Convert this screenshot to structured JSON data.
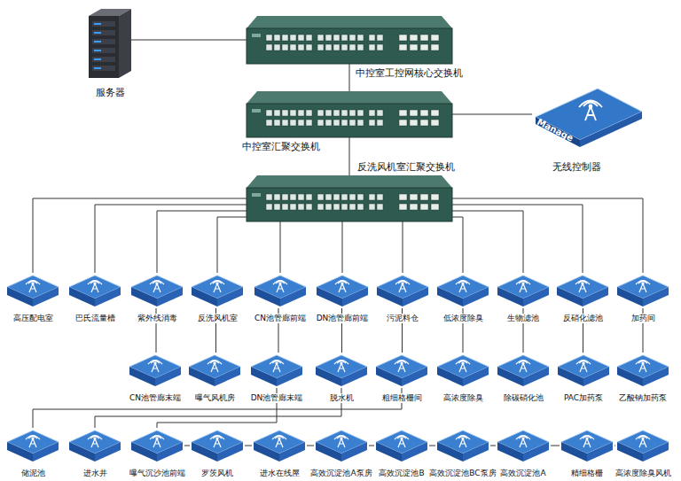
{
  "diagram": {
    "nodes": [
      {
        "text": [
          "服务器"
        ]
      },
      {
        "text": [
          "中控室工控网核心交换机"
        ]
      },
      {
        "text": [
          "中控室汇聚交换机"
        ]
      },
      {
        "text": [
          "无线控制器"
        ]
      },
      {
        "text": [
          "反洗风机室汇聚交换机"
        ]
      },
      {
        "text": [
          "高压配电室"
        ]
      },
      {
        "text": [
          "巴氏流量槽"
        ]
      },
      {
        "text": [
          "紫外线消毒"
        ]
      },
      {
        "text": [
          "反洗风机室"
        ]
      },
      {
        "text": [
          "CN池管廊前端"
        ]
      },
      {
        "text": [
          "DN池管廊前端"
        ]
      },
      {
        "text": [
          "污泥料仓"
        ]
      },
      {
        "text": [
          "低浓度除臭"
        ]
      },
      {
        "text": [
          "生物滤池"
        ]
      },
      {
        "text": [
          "反硝化滤池"
        ]
      },
      {
        "text": [
          "加药间"
        ]
      },
      {
        "text": [
          "CN池管廊末端"
        ]
      },
      {
        "text": [
          "曝气风机房"
        ]
      },
      {
        "text": [
          "DN池管廊末端"
        ]
      },
      {
        "text": [
          "脱水机"
        ]
      },
      {
        "text": [
          "粗细格栅间"
        ]
      },
      {
        "text": [
          "高浓度除臭"
        ]
      },
      {
        "text": [
          "除碳硝化池"
        ]
      },
      {
        "text": [
          "PAC加药泵"
        ]
      },
      {
        "text": [
          "乙酸钠加药泵"
        ]
      },
      {
        "text": [
          "储泥池"
        ]
      },
      {
        "text": [
          "进水井"
        ]
      },
      {
        "text": [
          "曝气沉沙池前端"
        ]
      },
      {
        "text": [
          "罗茨风机"
        ]
      },
      {
        "text": [
          "进水在线屋"
        ]
      },
      {
        "text": [
          "高效沉淀池A泵房"
        ]
      },
      {
        "text": [
          "高效沉淀池B"
        ]
      },
      {
        "text": [
          "高效沉淀池BC泵房"
        ]
      },
      {
        "text": [
          "高效沉淀池A"
        ]
      },
      {
        "text": [
          "精细格栅"
        ]
      },
      {
        "text": [
          "高浓度除臭风机"
        ]
      }
    ],
    "edges": [
      {
        "from": 0,
        "to": 1,
        "arrow": "none"
      },
      {
        "from": 1,
        "to": 2,
        "arrow": "none"
      },
      {
        "from": 2,
        "to": 3,
        "arrow": "none"
      },
      {
        "from": 2,
        "to": 4,
        "arrow": "none"
      },
      {
        "from": 4,
        "to": 5,
        "arrow": "none"
      },
      {
        "from": 4,
        "to": 6,
        "arrow": "none"
      },
      {
        "from": 4,
        "to": 7,
        "arrow": "none"
      },
      {
        "from": 4,
        "to": 8,
        "arrow": "none"
      },
      {
        "from": 4,
        "to": 9,
        "arrow": "none"
      },
      {
        "from": 4,
        "to": 10,
        "arrow": "none"
      },
      {
        "from": 4,
        "to": 11,
        "arrow": "none"
      },
      {
        "from": 4,
        "to": 12,
        "arrow": "none"
      },
      {
        "from": 4,
        "to": 13,
        "arrow": "none"
      },
      {
        "from": 4,
        "to": 14,
        "arrow": "none"
      },
      {
        "from": 4,
        "to": 15,
        "arrow": "none"
      },
      {
        "from": 7,
        "to": 16,
        "arrow": "none"
      },
      {
        "from": 8,
        "to": 17,
        "arrow": "none"
      },
      {
        "from": 9,
        "to": 18,
        "arrow": "none"
      },
      {
        "from": 10,
        "to": 19,
        "arrow": "none"
      },
      {
        "from": 11,
        "to": 20,
        "arrow": "none"
      },
      {
        "from": 12,
        "to": 21,
        "arrow": "none"
      },
      {
        "from": 13,
        "to": 22,
        "arrow": "none"
      },
      {
        "from": 14,
        "to": 23,
        "arrow": "none"
      },
      {
        "from": 15,
        "to": 24,
        "arrow": "none"
      },
      {
        "from": 20,
        "to": 25,
        "arrow": "none"
      },
      {
        "from": 19,
        "to": 26,
        "arrow": "none"
      },
      {
        "from": 18,
        "to": 27,
        "arrow": "none"
      },
      {
        "from": 27,
        "to": 28,
        "arrow": "none"
      },
      {
        "from": 28,
        "to": 29,
        "arrow": "none"
      },
      {
        "from": 29,
        "to": 30,
        "arrow": "none"
      },
      {
        "from": 30,
        "to": 31,
        "arrow": "none"
      },
      {
        "from": 31,
        "to": 32,
        "arrow": "none"
      },
      {
        "from": 32,
        "to": 33,
        "arrow": "none"
      },
      {
        "from": 33,
        "to": 34,
        "arrow": "none"
      },
      {
        "from": 34,
        "to": 35,
        "arrow": "none"
      }
    ],
    "labels": [
      "Manage"
    ]
  }
}
